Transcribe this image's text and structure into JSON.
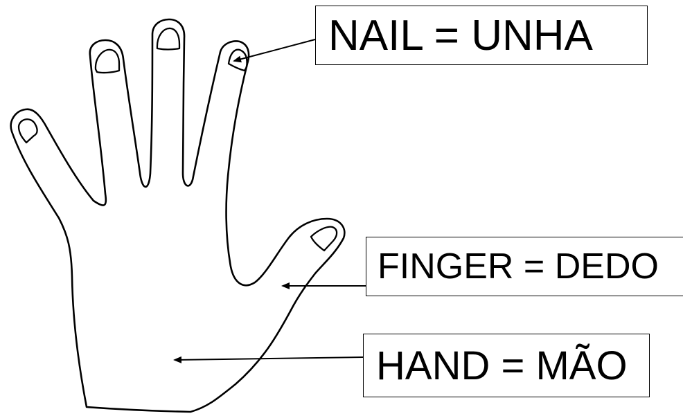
{
  "labels": {
    "nail": "NAIL = UNHA",
    "finger": "FINGER = DEDO",
    "hand": "HAND = MÃO"
  },
  "colors": {
    "ink": "#000000",
    "paper": "#ffffff"
  }
}
